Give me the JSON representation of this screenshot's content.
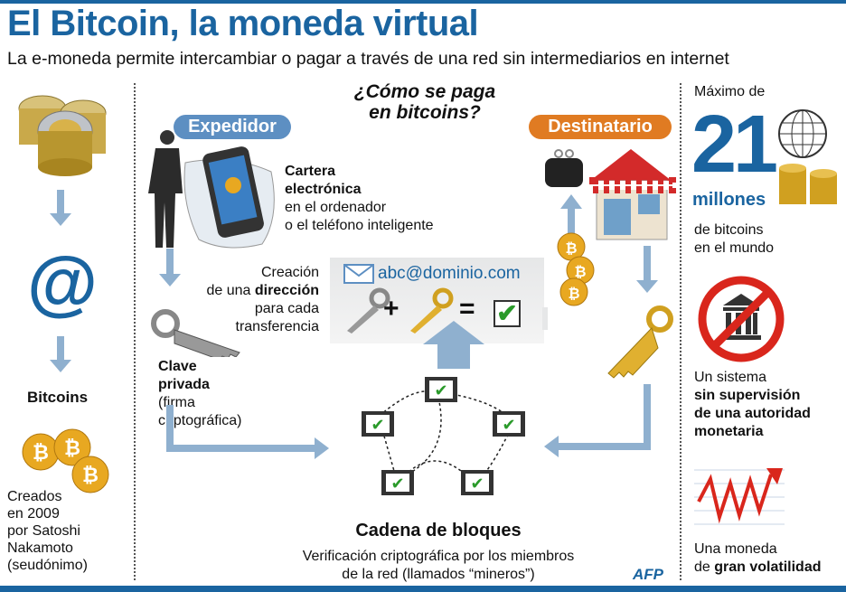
{
  "header": {
    "title": "El Bitcoin, la moneda virtual",
    "subtitle": "La e-moneda permite intercambiar o pagar a través de una red sin intermediarios en internet"
  },
  "center": {
    "question_line1": "¿Cómo se paga",
    "question_line2": "en bitcoins?",
    "sender": "Expedidor",
    "receiver": "Destinatario",
    "wallet_bold1": "Cartera",
    "wallet_bold2": "electrónica",
    "wallet_line3": "en el ordenador",
    "wallet_line4": "o el teléfono inteligente",
    "address_line1": "Creación",
    "address_line2_pre": "de una ",
    "address_line2_bold": "dirección",
    "address_line3": "para cada",
    "address_line4": "transferencia",
    "email": "abc@dominio.com",
    "plus": "+",
    "equals": "=",
    "key_bold1": "Clave",
    "key_bold2": "privada",
    "key_line3": "(firma",
    "key_line4": "criptográfica)",
    "chain_title": "Cadena de bloques",
    "chain_line1": "Verificación criptográfica por los miembros",
    "chain_line2": "de la red (llamados “mineros”)",
    "logo": "AFP"
  },
  "left": {
    "bitcoins_label": "Bitcoins",
    "created1": "Creados",
    "created2": "en 2009",
    "created3": "por Satoshi",
    "created4": "Nakamoto",
    "created5": "(seudónimo)",
    "at_symbol": "@"
  },
  "right": {
    "max_label": "Máximo de",
    "max_number": "21",
    "millions": "millones",
    "bitcoins_world1": "de bitcoins",
    "bitcoins_world2": "en el mundo",
    "system1": "Un sistema",
    "system2": "sin supervisión",
    "system3": "de una autoridad",
    "system4": "monetaria",
    "vol1": "Una moneda",
    "vol2_pre": "de ",
    "vol2_bold": "gran volatilidad"
  },
  "colors": {
    "brand": "#1a64a0",
    "sender_pill": "#5d8fc2",
    "receiver_pill": "#e07b22",
    "no_sign": "#d9261c"
  }
}
